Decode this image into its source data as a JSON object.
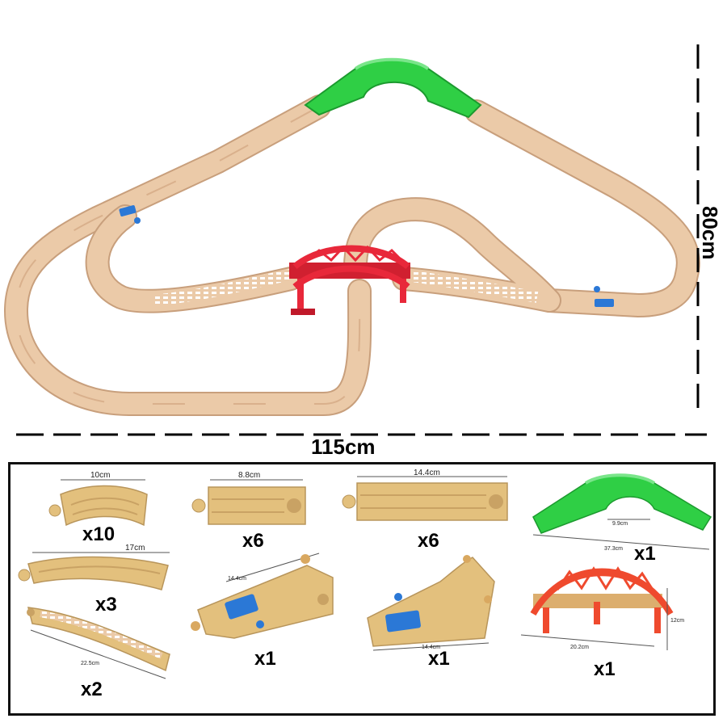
{
  "layout_dimensions": {
    "width": "115cm",
    "height": "80cm"
  },
  "parts": [
    {
      "name": "short-curve",
      "length": "10cm",
      "quantity": "x10"
    },
    {
      "name": "short-straight",
      "length": "8.8cm",
      "quantity": "x6"
    },
    {
      "name": "long-straight",
      "length": "14.4cm",
      "quantity": "x6"
    },
    {
      "name": "ascending-ramp",
      "length": "37.3cm",
      "inner_span": "9.9cm",
      "quantity": "x1"
    },
    {
      "name": "long-curve",
      "length": "17cm",
      "quantity": "x3"
    },
    {
      "name": "right-switch",
      "length": "14.4cm",
      "quantity": "x1"
    },
    {
      "name": "left-switch",
      "length": "14.4cm",
      "quantity": "x1"
    },
    {
      "name": "bridge",
      "length": "20.2cm",
      "height": "12cm",
      "quantity": "x1"
    },
    {
      "name": "raised-track",
      "length": "22.5cm",
      "quantity": "x2"
    }
  ],
  "colors": {
    "wood": "#ebcaa8",
    "wood_dark": "#c89f7c",
    "ramp": "#2fcf45",
    "bridge": "#e8283a",
    "switch": "#2b78d6",
    "frame": "#111111"
  }
}
